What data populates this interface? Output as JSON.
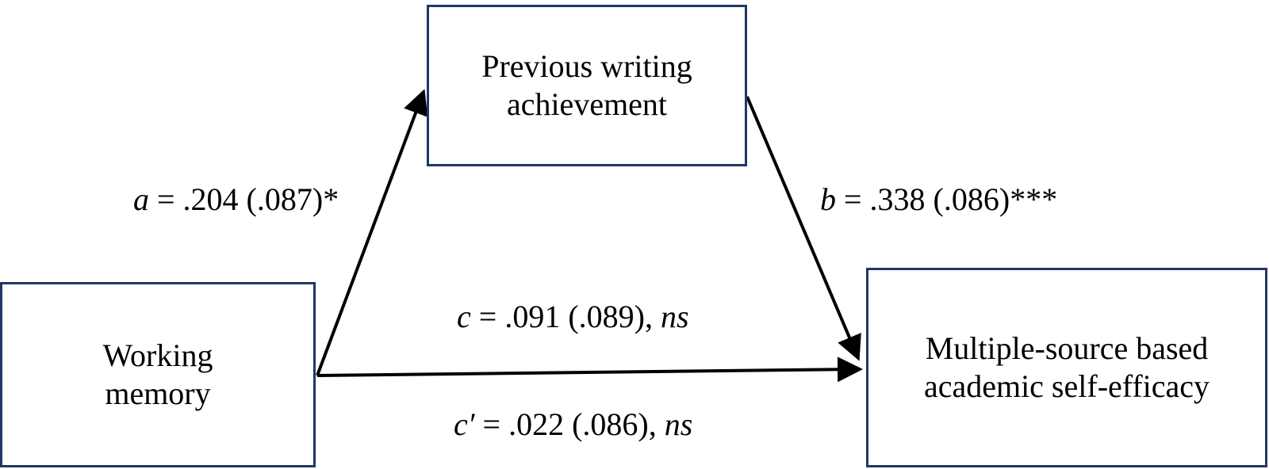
{
  "nodes": {
    "mediator": {
      "line1": "Previous writing",
      "line2": "achievement"
    },
    "predictor": {
      "line1": "Working",
      "line2": "memory"
    },
    "outcome": {
      "line1": "Multiple-source based",
      "line2": "academic self-efficacy"
    }
  },
  "paths": {
    "a": {
      "symbol": "a",
      "text": " = .204 (.087)*"
    },
    "b": {
      "symbol": "b",
      "text": " = .338 (.086)***"
    },
    "c": {
      "symbol": "c",
      "text": " = .091 (.089), ",
      "suffix": "ns"
    },
    "c_prime": {
      "symbol": "c′",
      "text": " = .022 (.086), ",
      "suffix": "ns"
    }
  },
  "colors": {
    "box_border": "#1f3864",
    "arrow": "#000000"
  }
}
